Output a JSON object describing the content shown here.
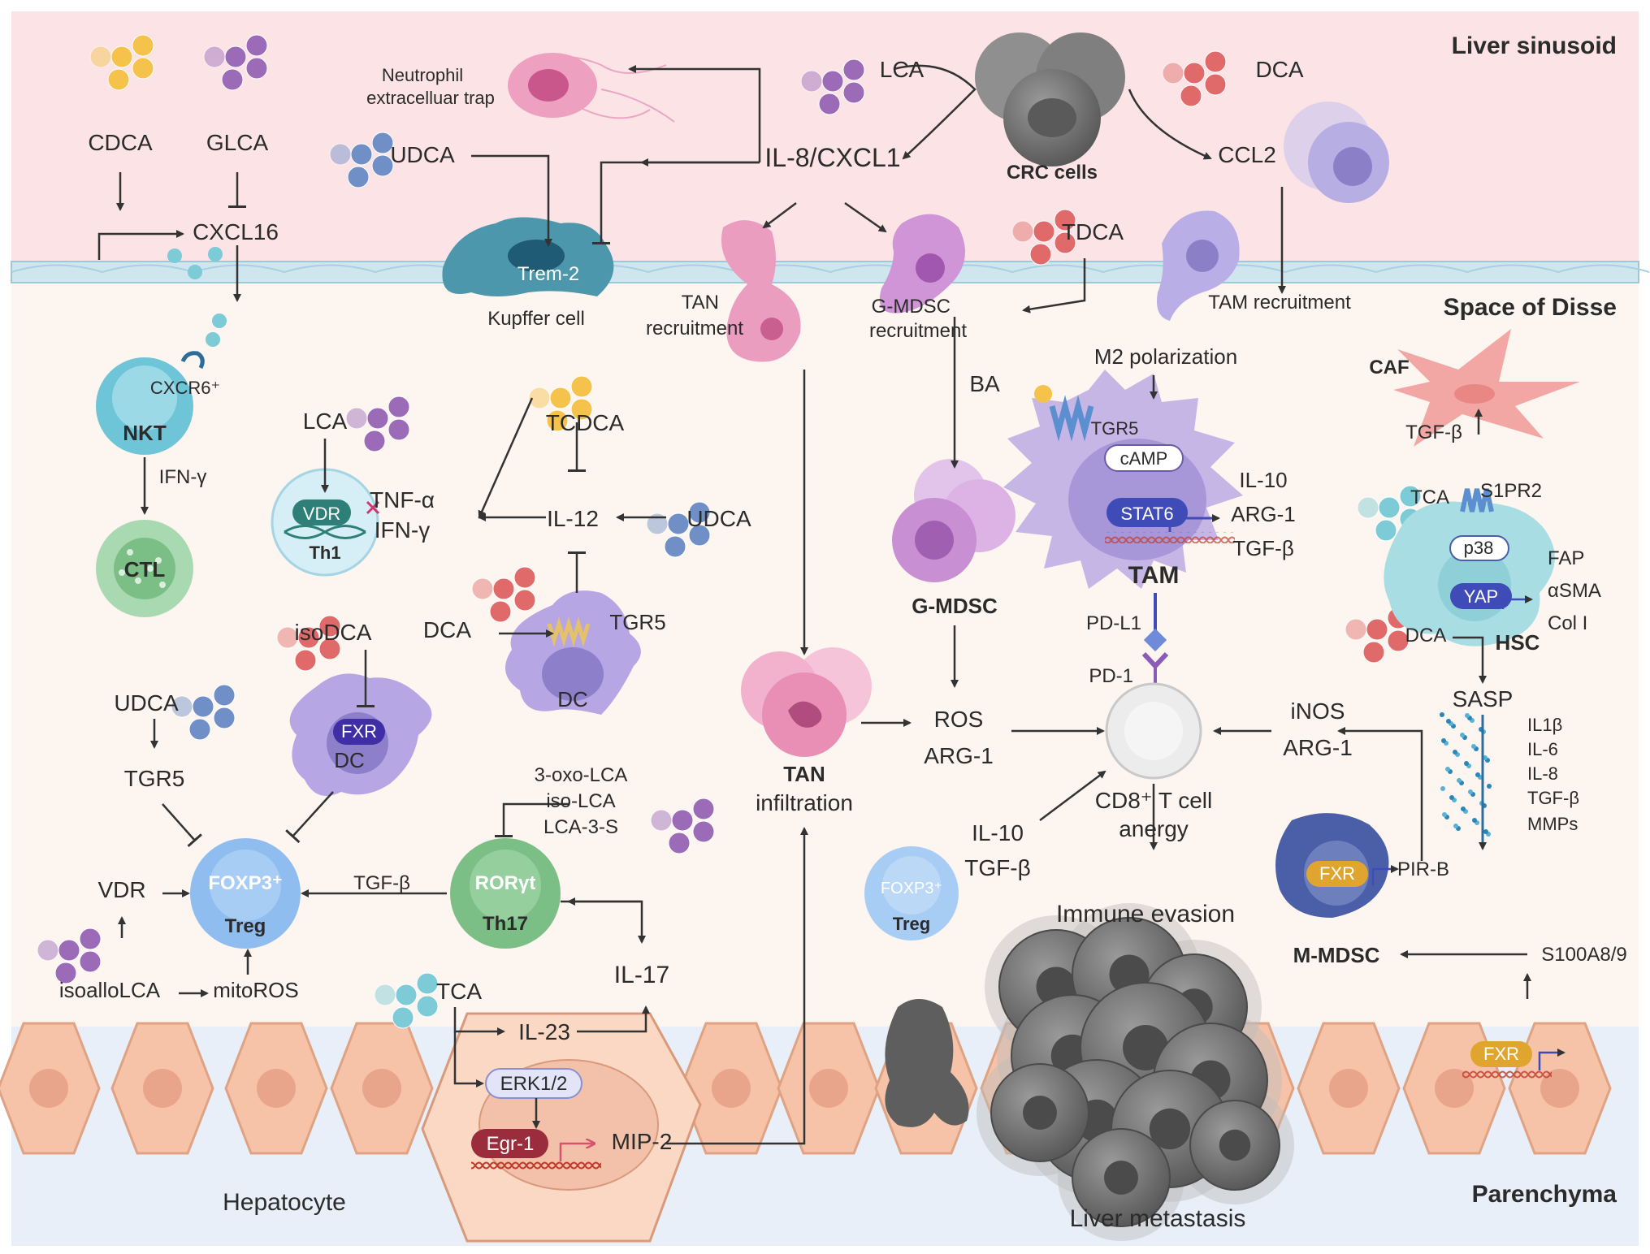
{
  "zones": {
    "sinusoid": "Liver sinusoid",
    "disse": "Space of Disse",
    "parenchyma": "Parenchyma"
  },
  "colors": {
    "sinusoid_bg": "#fbe3e6",
    "disse_bg": "#fdf5ef",
    "parenchyma_bg": "#e8eff8",
    "hepatocyte": "#f6c3a8",
    "endothelium": "#cfe6ef",
    "bile_yellow": "#f5c24b",
    "bile_purple": "#9b6bb8",
    "bile_blue": "#6f8fc6",
    "bile_red": "#e06a6a",
    "bile_teal": "#7ccbd6",
    "tan_pink": "#e58fb2",
    "mdsc_purple": "#b887cc",
    "tam_lavender": "#c6b6e6",
    "treg_blue": "#8fbdf0",
    "th17_green": "#7cbf86",
    "nkt_teal": "#6fc5d8",
    "hsc_teal": "#a9dde4",
    "caf_pink": "#f3a7a5",
    "tumor_grey": "#6e6e6e"
  },
  "labels": {
    "cdca": "CDCA",
    "glca": "GLCA",
    "cxcl16": "CXCL16",
    "udca_top": "UDCA",
    "net": "Neutrophil",
    "net2": "extracelluar trap",
    "lca_top": "LCA",
    "il8": "IL-8/CXCL1",
    "crc": "CRC cells",
    "dca_top": "DCA",
    "ccl2": "CCL2",
    "trem2": "Trem-2",
    "kupffer": "Kupffer cell",
    "tan_rec1": "TAN",
    "tan_rec2": "recruitment",
    "tdca": "TDCA",
    "gmdsc_rec1": "G-MDSC",
    "gmdsc_rec2": "recruitment",
    "tam_rec": "TAM recruitment",
    "cxcr6": "CXCR6⁺",
    "nkt": "NKT",
    "ifng1": "IFN-γ",
    "ctl": "CTL",
    "lca_mid": "LCA",
    "vdr_in": "VDR",
    "th1": "Th1",
    "tnfa": "TNF-α",
    "ifng2": "IFN-γ",
    "tcdca": "TCDCA",
    "il12": "IL-12",
    "udca_mid": "UDCA",
    "dca_dc": "DCA",
    "tgr5_dc": "TGR5",
    "dc1": "DC",
    "isodca": "isoDCA",
    "fxr_dc": "FXR",
    "dc2": "DC",
    "udca_left": "UDCA",
    "tgr5_left": "TGR5",
    "vdr_left": "VDR",
    "foxp3": "FOXP3⁺",
    "treg": "Treg",
    "tgfb_treg": "TGF-β",
    "isoallo": "isoalloLCA",
    "mitoros": "mitoROS",
    "oxo1": "3-oxo-LCA",
    "oxo2": "iso-LCA",
    "oxo3": "LCA-3-S",
    "rorgt": "RORγt",
    "th17": "Th17",
    "il17": "IL-17",
    "tca_bottom": "TCA",
    "il23": "IL-23",
    "erk": "ERK1/2",
    "egr1": "Egr-1",
    "mip2": "MIP-2",
    "hepatocyte": "Hepatocyte",
    "tan1": "TAN",
    "tan2": "infiltration",
    "ros": "ROS",
    "arg1_mid": "ARG-1",
    "gmdsc": "G-MDSC",
    "m2": "M2 polarization",
    "ba": "BA",
    "tgr5_tam": "TGR5",
    "camp": "cAMP",
    "stat6": "STAT6",
    "tam": "TAM",
    "il10_tam": "IL-10",
    "arg1_tam": "ARG-1",
    "tgfb_tam": "TGF-β",
    "pdl1": "PD-L1",
    "pd1": "PD-1",
    "cd8_1": "CD8⁺ T cell",
    "cd8_2": "anergy",
    "il10_treg": "IL-10",
    "tgfb_treg2": "TGF-β",
    "foxp3_small": "FOXP3⁺",
    "treg_small": "Treg",
    "immune": "Immune evasion",
    "liver_met": "Liver metastasis",
    "inos": "iNOS",
    "arg1_right": "ARG-1",
    "caf": "CAF",
    "tgfb_caf": "TGF-β",
    "tca_hsc": "TCA",
    "s1pr2": "S1PR2",
    "p38": "p38",
    "yap": "YAP",
    "fap": "FAP",
    "asma": "αSMA",
    "col": "Col I",
    "hsc": "HSC",
    "dca_hsc": "DCA",
    "sasp": "SASP",
    "sasp1": "IL1β",
    "sasp2": "IL-6",
    "sasp3": "IL-8",
    "sasp4": "TGF-β",
    "sasp5": "MMPs",
    "fxr_mm": "FXR",
    "pirb": "PIR-B",
    "mmdsc": "M-MDSC",
    "s100": "S100A8/9",
    "fxr_bottom": "FXR"
  }
}
